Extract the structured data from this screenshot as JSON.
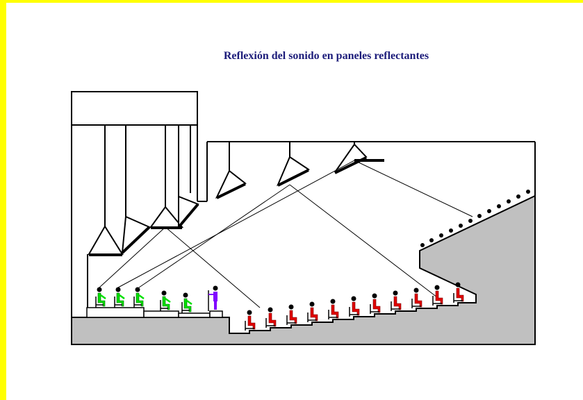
{
  "title": "Reflexión del sonido en paneles reflectantes",
  "colors": {
    "frame": "#ffff00",
    "title": "#1c1c7a",
    "floor_fill": "#c0c0c0",
    "stage_performers": "#00e000",
    "conductor": "#8000ff",
    "audience": "#e00000",
    "outline": "#000000"
  },
  "icons": {
    "performer": "seated-musician-figure",
    "conductor": "standing-conductor-figure",
    "audience": "seated-listener-figure",
    "balcony_audience": "head-dot",
    "reflector": "triangular-reflector-panel",
    "sound_ray": "line"
  }
}
